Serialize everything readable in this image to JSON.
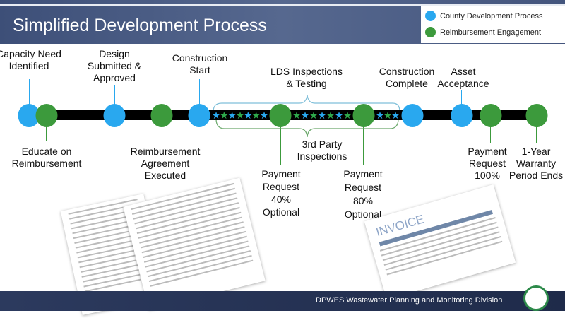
{
  "header": {
    "title": "Simplified Development Process"
  },
  "legend": [
    {
      "label": "County Development Process",
      "color": "#29a8ef"
    },
    {
      "label": "Reimbursement Engagement",
      "color": "#3c9a3c"
    }
  ],
  "top_labels": {
    "capacity": "Capacity Need\nIdentified",
    "design": "Design\nSubmitted &\nApproved",
    "construction_start": "Construction\nStart",
    "lds": "LDS Inspections\n& Testing",
    "construction_complete": "Construction\nComplete",
    "asset": "Asset\nAcceptance"
  },
  "bottom_labels": {
    "educate": "Educate on\nReimbursement",
    "agreement": "Reimbursement\nAgreement\nExecuted",
    "third_party": "3rd Party\nInspections",
    "pay40": "Payment\nRequest\n40%\nOptional",
    "pay80": "Payment\nRequest\n80%\nOptional",
    "pay100": "Payment\nRequest\n100%",
    "warranty": "1-Year\nWarranty\nPeriod Ends"
  },
  "documents": {
    "invoice_title": "INVOICE"
  },
  "footer": {
    "text": "DPWES Wastewater Planning and Monitoring Division"
  }
}
